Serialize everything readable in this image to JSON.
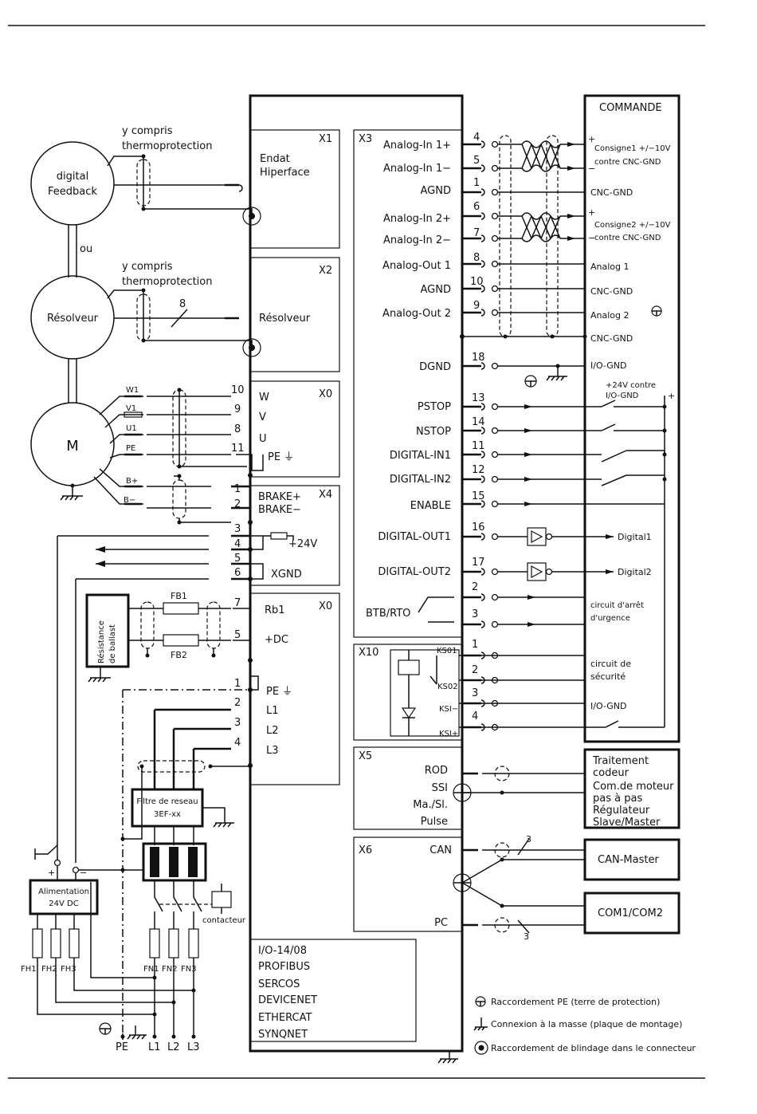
{
  "connectors": {
    "x0": "X0",
    "x1": "X1",
    "x2": "X2",
    "x3": "X3",
    "x4": "X4",
    "x5": "X5",
    "x6": "X6",
    "x10": "X10",
    "x0b": "X0"
  },
  "x1": {
    "line1": "Endat",
    "line2": "Hiperface"
  },
  "x2": {
    "label": "Résolveur"
  },
  "x3": {
    "signals": [
      "Analog-In 1+",
      "Analog-In 1−",
      "AGND",
      "Analog-In 2+",
      "Analog-In 2−",
      "Analog-Out 1",
      "AGND",
      "Analog-Out 2",
      "DGND",
      "PSTOP",
      "NSTOP",
      "DIGITAL-IN1",
      "DIGITAL-IN2",
      "ENABLE",
      "DIGITAL-OUT1",
      "DIGITAL-OUT2",
      "BTB/RTO"
    ],
    "pins": [
      "4",
      "5",
      "1",
      "6",
      "7",
      "8",
      "10",
      "9",
      "18",
      "13",
      "14",
      "11",
      "12",
      "15",
      "16",
      "17",
      "2",
      "3"
    ]
  },
  "x0": {
    "labels": [
      "W",
      "V",
      "U",
      "PE ⏚"
    ],
    "pins": [
      "10",
      "9",
      "8",
      "11"
    ]
  },
  "x4": {
    "labels": [
      "BRAKE+",
      "BRAKE−",
      "+24V",
      "XGND"
    ],
    "pins": [
      "1",
      "2",
      "3",
      "4",
      "5",
      "6"
    ]
  },
  "x0b": {
    "labels": [
      "Rb1",
      "+DC",
      "PE ⏚",
      "L1",
      "L2",
      "L3"
    ],
    "pins": [
      "7",
      "5",
      "1",
      "2",
      "3",
      "4"
    ]
  },
  "x10": {
    "labels": [
      "KS01",
      "KS02",
      "KSI−",
      "KSI+"
    ],
    "pins": [
      "1",
      "2",
      "3",
      "4"
    ]
  },
  "x5": {
    "labels": [
      "ROD",
      "SSI",
      "Ma./Sl.",
      "Pulse"
    ]
  },
  "x6": {
    "labels": [
      "CAN",
      "PC"
    ],
    "cable": "3"
  },
  "options": [
    "I/O-14/08",
    "PROFIBUS",
    "SERCOS",
    "DEVICENET",
    "ETHERCAT",
    "SYNQNET"
  ],
  "commande": {
    "title": "COMMANDE",
    "rows": [
      "Consigne1 +/−10V",
      "contre CNC-GND",
      "CNC-GND",
      "Consigne2 +/−10V",
      "contre CNC-GND",
      "Analog 1",
      "CNC-GND",
      "Analog 2",
      "CNC-GND",
      "I/O-GND",
      "+24V contre",
      "I/O-GND",
      "Digital1",
      "Digital2",
      "circuit d'arrêt",
      "d'urgence",
      "circuit de",
      "sécurité",
      "I/O-GND"
    ]
  },
  "ext_boxes": {
    "traitement": [
      "Traitement",
      "codeur",
      "Com.de moteur",
      "pas à pas",
      "Régulateur",
      "Slave/Master"
    ],
    "can_master": "CAN-Master",
    "com": "COM1/COM2"
  },
  "left": {
    "thermo1": [
      "y compris",
      "thermoprotection"
    ],
    "feedback": [
      "digital",
      "Feedback"
    ],
    "ou": "ou",
    "thermo2": [
      "y compris",
      "thermoprotection"
    ],
    "resolveur": "Résolveur",
    "cable8": "8",
    "motor": "M",
    "motor_wires": [
      "W1",
      "V1",
      "U1",
      "PE",
      "B+",
      "B−"
    ],
    "ballast": [
      "Résistance",
      "de ballast"
    ],
    "fb1": "FB1",
    "fb2": "FB2",
    "filtre": [
      "Filtre de reseau",
      "3EF-xx"
    ],
    "alim": [
      "Alimentation",
      "24V DC"
    ],
    "contacteur": "contacteur",
    "fuses": [
      "FH1",
      "FH2",
      "FH3",
      "FN1",
      "FN2",
      "FN3"
    ],
    "mains": [
      "PE",
      "L1",
      "L2",
      "L3"
    ]
  },
  "legend": [
    "Raccordement PE (terre de protection)",
    "Connexion à la masse (plaque de montage)",
    "Raccordement de blindage dans le connecteur"
  ]
}
